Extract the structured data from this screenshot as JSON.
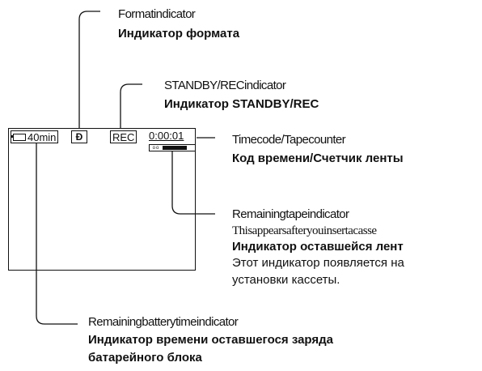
{
  "viewfinder": {
    "battery_time": "40min",
    "format_mark": "Ð",
    "rec_status": "REC",
    "timecode": "0:00:01",
    "tape_icon": "oo",
    "tape_remaining": 0.75,
    "battery_icon": "battery-icon",
    "tape_icon_name": "cassette-icon"
  },
  "labels": {
    "format": {
      "en": "Formatindicator",
      "ru": "Индикатор формата"
    },
    "standby": {
      "en": "STANDBY/RECindicator",
      "ru": "Индикатор STANDBY/REC"
    },
    "timecode": {
      "en": "Timecode/Tapecounter",
      "ru": "Код времени/Счетчик ленты"
    },
    "remaining_tape": {
      "en": "Remainingtapeindicator",
      "note_en": "Thisappearsafteryouinsertacasse",
      "ru": "Индикатор оставшейся лент",
      "note_ru_1": "Этот индикатор появляется на",
      "note_ru_2": "установки кассеты."
    },
    "battery": {
      "en": "Remainingbatterytimeindicator",
      "ru_1": "Индикатор времени оставшегося заряда",
      "ru_2": "батарейного блока"
    }
  }
}
